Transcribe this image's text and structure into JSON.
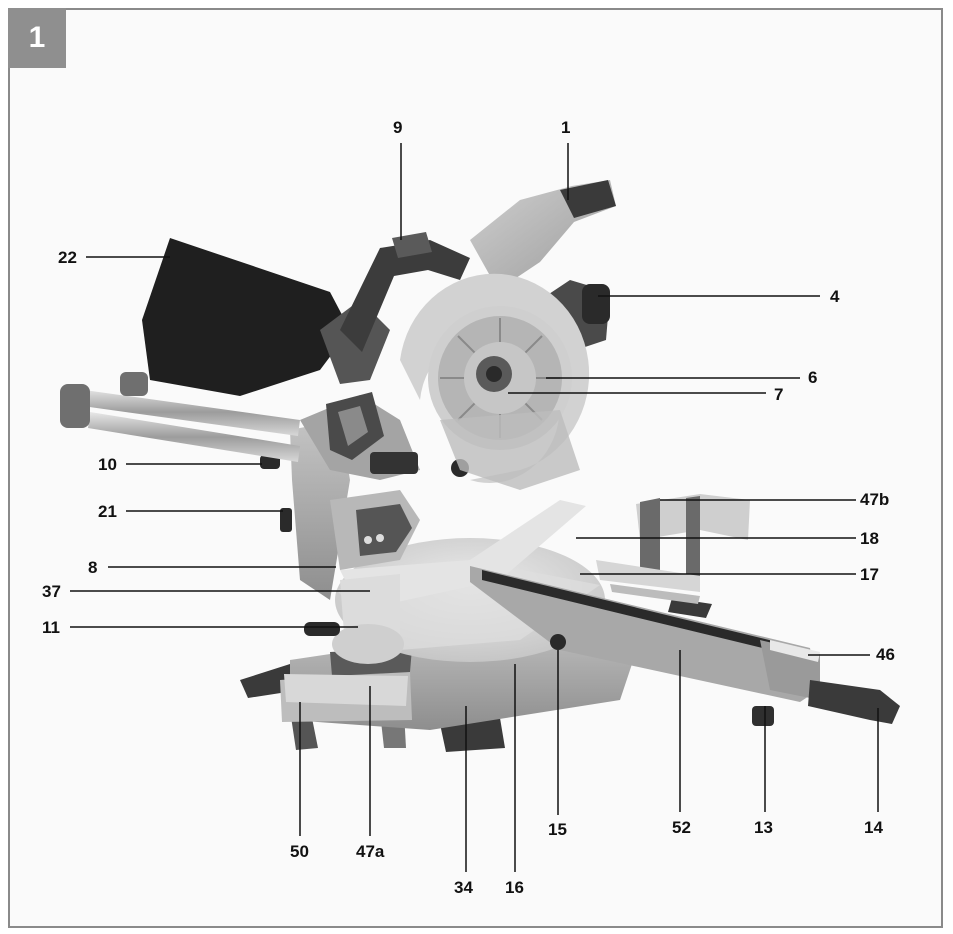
{
  "figure": {
    "number": "1"
  },
  "colors": {
    "frame": "#8a8a8a",
    "tab": "#8f8f8f",
    "machine_body": "#a9a9a9",
    "dark_part": "#3a3a3a",
    "bag": "#1f1f1f"
  },
  "callouts": {
    "c1": "1",
    "c4": "4",
    "c6": "6",
    "c7": "7",
    "c8": "8",
    "c9": "9",
    "c10": "10",
    "c11": "11",
    "c13": "13",
    "c14": "14",
    "c15": "15",
    "c16": "16",
    "c17": "17",
    "c18": "18",
    "c21": "21",
    "c22": "22",
    "c34": "34",
    "c37": "37",
    "c46": "46",
    "c47a": "47a",
    "c47b": "47b",
    "c50": "50",
    "c52": "52"
  }
}
